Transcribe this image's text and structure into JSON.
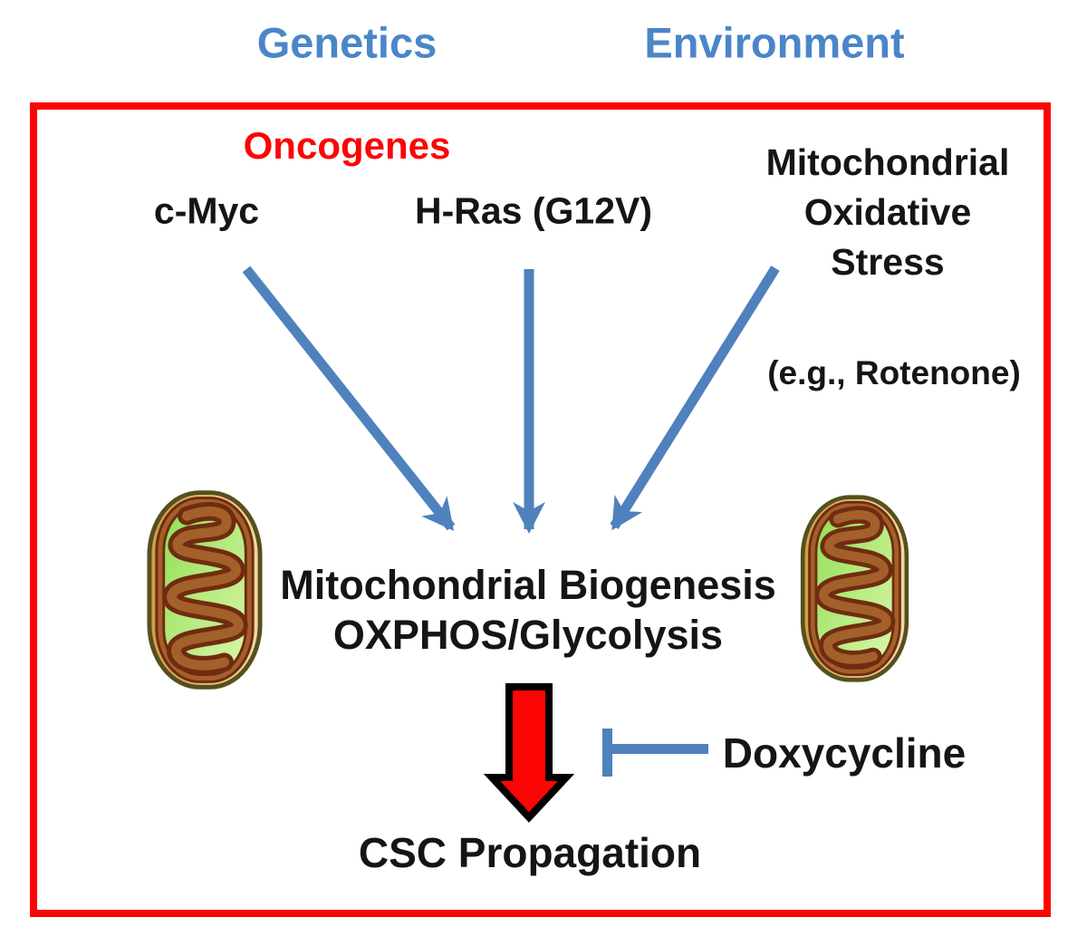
{
  "figure": {
    "description": "Pathway diagram: genetic and environmental factors drive mitochondrial biogenesis and CSC propagation, inhibited by doxycycline"
  },
  "headers": {
    "genetics": "Genetics",
    "environment": "Environment"
  },
  "diagram": {
    "oncogenes_label": "Oncogenes",
    "cmyc_label": "c-Myc",
    "hras_label": "H-Ras (G12V)",
    "mito_stress": {
      "line1": "Mitochondrial",
      "line2": "Oxidative",
      "line3": "Stress"
    },
    "rotenone_label": "(e.g., Rotenone)",
    "biogenesis": {
      "line1": "Mitochondrial Biogenesis",
      "line2": "OXPHOS/Glycolysis"
    },
    "doxycycline_label": "Doxycycline",
    "csc_label": "CSC Propagation"
  },
  "icons": {
    "mitochondrion_left": "mitochondrion-icon",
    "mitochondrion_right": "mitochondrion-icon",
    "arrows": "blue-down-arrow-icon",
    "inhibition": "t-bar-inhibition-icon",
    "outcome_arrow": "red-block-arrow-icon"
  },
  "colors": {
    "header_blue": "#4a86c8",
    "arrow_blue": "#4f81bd",
    "red": "#fb0505",
    "text_black": "#151515",
    "mito_outer_tan": "#d09a48",
    "mito_outer_cream": "#f2d9a4",
    "mito_green_dark": "#8edd50",
    "mito_green_light": "#ddf8ae",
    "mito_brown": "#a3602a",
    "mito_brown_dark": "#6f2c10",
    "mito_outline_olive": "#55501e"
  }
}
